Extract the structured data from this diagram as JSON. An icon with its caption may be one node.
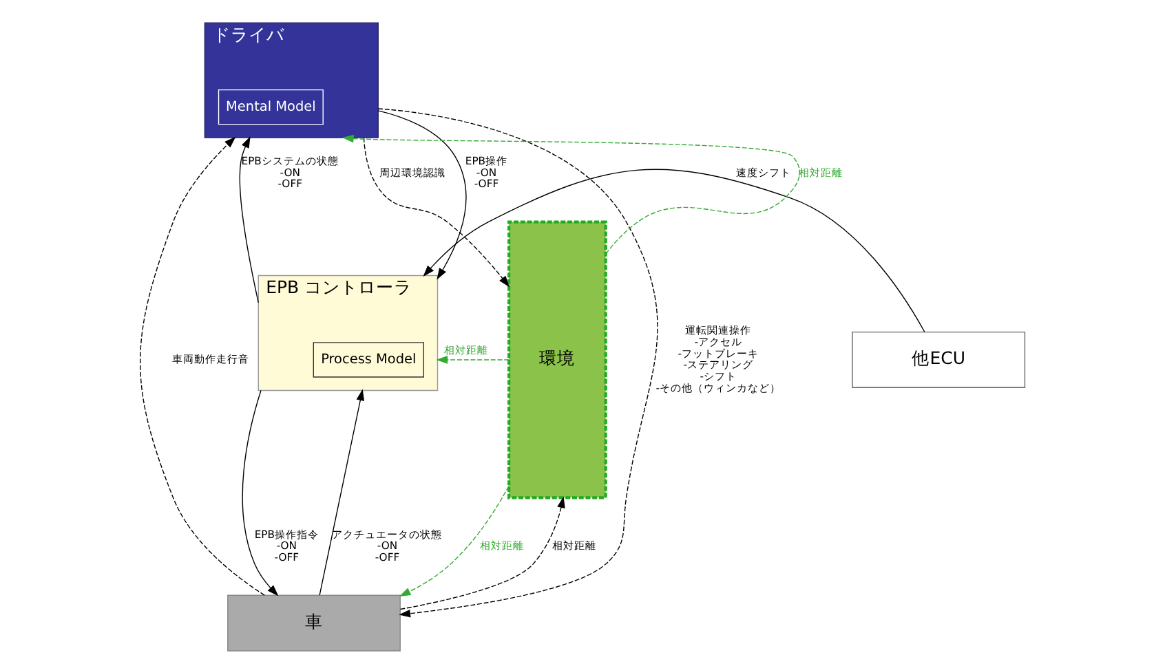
{
  "diagram": {
    "nodes": [
      {
        "text": [
          "ドライバ"
        ]
      },
      {
        "text": [
          "Mental Model"
        ],
        "in": 0
      },
      {
        "text": [
          "他ECU"
        ]
      },
      {
        "text": [
          "EPB コントローラ"
        ]
      },
      {
        "text": [
          "Process Model"
        ],
        "in": 3
      },
      {
        "text": [
          "車"
        ]
      },
      {
        "text": [
          "環境"
        ]
      }
    ],
    "edges": [
      {
        "from": 0,
        "to": 3,
        "arrow": "to",
        "label": "EPB操作 -ON -OFF"
      },
      {
        "from": 3,
        "to": 0,
        "arrow": "to",
        "label": "EPBシステムの状態 -ON -OFF"
      },
      {
        "from": 2,
        "to": 3,
        "arrow": "to",
        "label": "速度シフト"
      },
      {
        "from": 3,
        "to": 5,
        "arrow": "to",
        "label": "EPB操作指令 -ON -OFF"
      },
      {
        "from": 5,
        "to": 3,
        "arrow": "to",
        "label": "アクチュエータの状態 -ON -OFF"
      },
      {
        "from": 6,
        "to": 0,
        "arrow": "to",
        "label": "相対距離",
        "style": "dashed",
        "color": "#33aa33"
      },
      {
        "from": 0,
        "to": 6,
        "arrow": "to",
        "label": "周辺環境認識",
        "style": "dashed"
      },
      {
        "from": 5,
        "to": 0,
        "arrow": "to",
        "label": "車両動作走行音",
        "style": "dashed"
      },
      {
        "from": 6,
        "to": 3,
        "arrow": "to",
        "label": "相対距離",
        "style": "dashed",
        "color": "#33aa33"
      },
      {
        "from": 6,
        "to": 5,
        "arrow": "to",
        "label": "相対距離",
        "style": "dashed",
        "color": "#33aa33"
      },
      {
        "from": 5,
        "to": 6,
        "arrow": "to",
        "label": "相対距離",
        "style": "dashed"
      },
      {
        "from": 0,
        "to": 5,
        "arrow": "to",
        "label": "運転関連操作 -アクセル -フットブレーキ -ステアリング -シフト -その他（ウィンカなど）",
        "style": "dashed"
      }
    ]
  }
}
